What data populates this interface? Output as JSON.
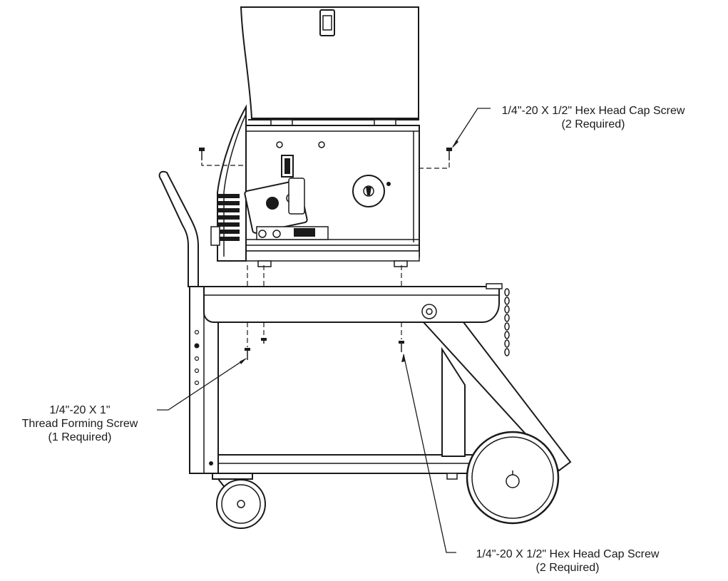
{
  "callouts": {
    "top_right": {
      "line1": "1/4\"-20 X 1/2\" Hex Head Cap Screw",
      "line2": "(2 Required)"
    },
    "left": {
      "line1": "1/4\"-20 X 1\"",
      "line2": "Thread Forming Screw",
      "line3": "(1 Required)"
    },
    "bottom_right": {
      "line1": "1/4\"-20 X 1/2\" Hex Head Cap Screw",
      "line2": "(2 Required)"
    }
  },
  "colors": {
    "ink": "#1a1a1a",
    "paper": "#ffffff"
  }
}
